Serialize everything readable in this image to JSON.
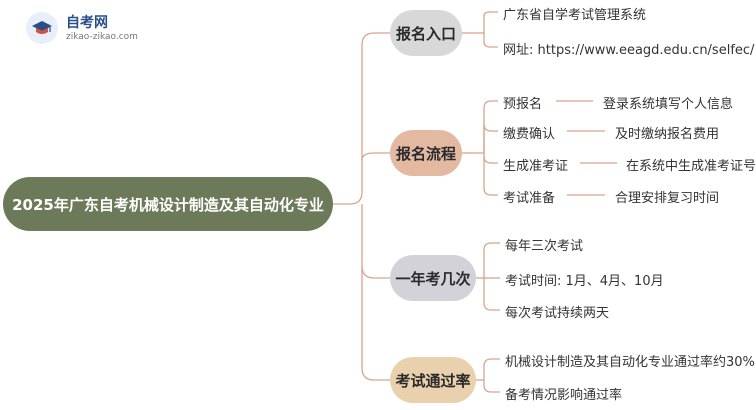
{
  "logo": {
    "name": "自考网",
    "url": "zikao-zikao.com"
  },
  "root": {
    "label": "2025年广东自考机械设计制造及其自动化专业"
  },
  "branches": [
    {
      "label": "报名入口",
      "items": [
        {
          "label": "广东省自学考试管理系统"
        },
        {
          "label": "网址: https://www.eeagd.edu.cn/selfec/"
        }
      ]
    },
    {
      "label": "报名流程",
      "items": [
        {
          "label": "预报名",
          "detail": "登录系统填写个人信息"
        },
        {
          "label": "缴费确认",
          "detail": "及时缴纳报名费用"
        },
        {
          "label": "生成准考证",
          "detail": "在系统中生成准考证号"
        },
        {
          "label": "考试准备",
          "detail": "合理安排复习时间"
        }
      ]
    },
    {
      "label": "一年考几次",
      "items": [
        {
          "label": "每年三次考试"
        },
        {
          "label": "考试时间: 1月、4月、10月"
        },
        {
          "label": "每次考试持续两天"
        }
      ]
    },
    {
      "label": "考试通过率",
      "items": [
        {
          "label": "机械设计制造及其自动化专业通过率约30%"
        },
        {
          "label": "备考情况影响通过率"
        }
      ]
    }
  ],
  "colors": {
    "root": "#6d7a59",
    "branch_1": "#d8d8d8",
    "branch_2": "#e4b9a2",
    "branch_3": "#d2d2d8",
    "branch_4": "#e9d1ad",
    "connector": "#d9a58c"
  }
}
